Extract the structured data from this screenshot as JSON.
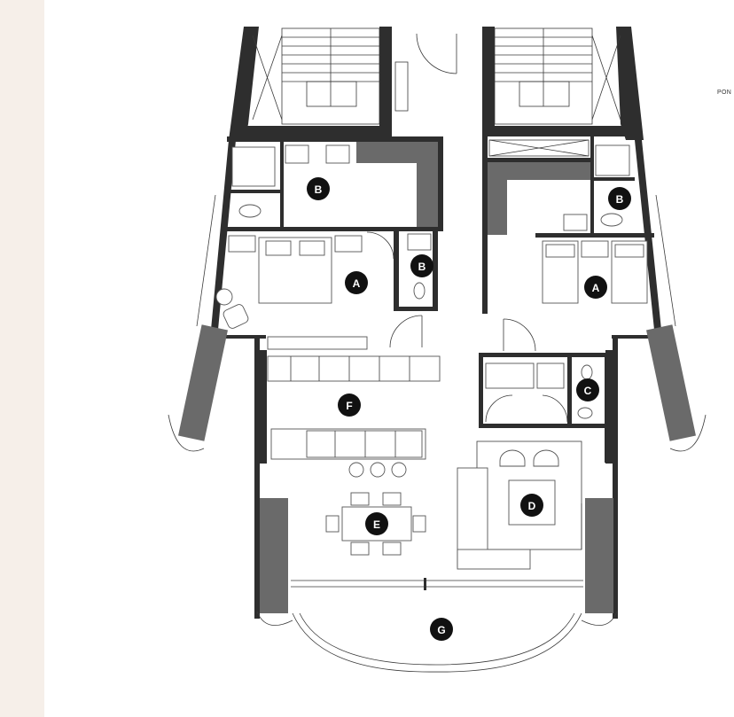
{
  "colors": {
    "side_strip": "#f6efe9",
    "wall": "#2e2e2e",
    "column": "#6a6a6a",
    "marker": "#111111",
    "line": "#3a3a3a"
  },
  "corner_label": "PON",
  "rooms": [
    {
      "id": "bath-left",
      "label": "B"
    },
    {
      "id": "bedroom-left",
      "label": "A"
    },
    {
      "id": "bath-left-small",
      "label": "B"
    },
    {
      "id": "bath-right",
      "label": "B"
    },
    {
      "id": "bedroom-right",
      "label": "A"
    },
    {
      "id": "wc",
      "label": "C"
    },
    {
      "id": "kitchen",
      "label": "F"
    },
    {
      "id": "living",
      "label": "D"
    },
    {
      "id": "dining",
      "label": "E"
    },
    {
      "id": "balcony",
      "label": "G"
    }
  ]
}
